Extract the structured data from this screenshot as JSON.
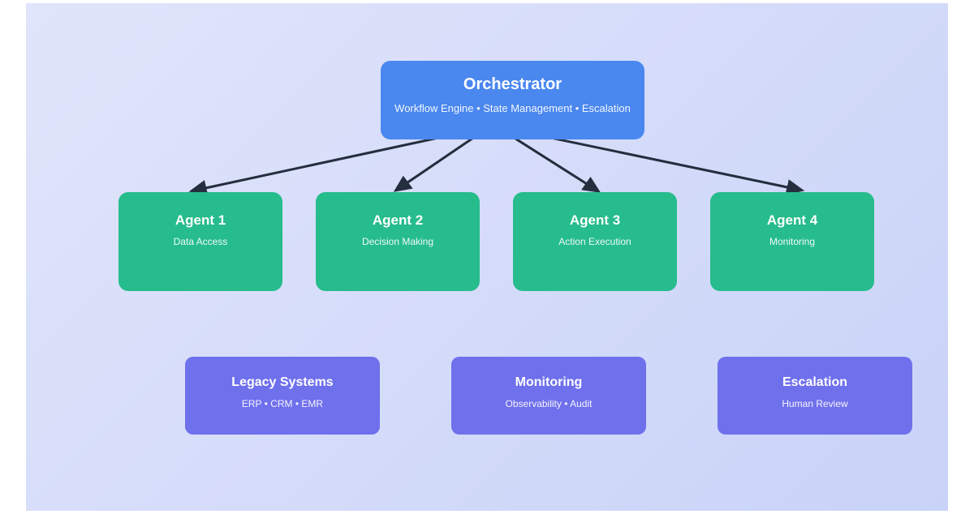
{
  "diagram": {
    "orchestrator": {
      "title": "Orchestrator",
      "subtitle": "Workflow Engine • State Management • Escalation"
    },
    "agents": [
      {
        "title": "Agent 1",
        "subtitle": "Data Access"
      },
      {
        "title": "Agent 2",
        "subtitle": "Decision Making"
      },
      {
        "title": "Agent 3",
        "subtitle": "Action Execution"
      },
      {
        "title": "Agent 4",
        "subtitle": "Monitoring"
      }
    ],
    "systems": [
      {
        "title": "Legacy Systems",
        "subtitle": "ERP • CRM • EMR"
      },
      {
        "title": "Monitoring",
        "subtitle": "Observability • Audit"
      },
      {
        "title": "Escalation",
        "subtitle": "Human Review"
      }
    ]
  },
  "colors": {
    "orchestrator_fill": "#4a87ef",
    "agent_fill": "#26bc8c",
    "system_fill": "#6f70ec",
    "arrow": "#232e3e",
    "background_gradient_start": "#e1e5fb",
    "background_gradient_end": "#c9d3f8",
    "page_margin": "#ffffff",
    "text": "#ffffff"
  }
}
